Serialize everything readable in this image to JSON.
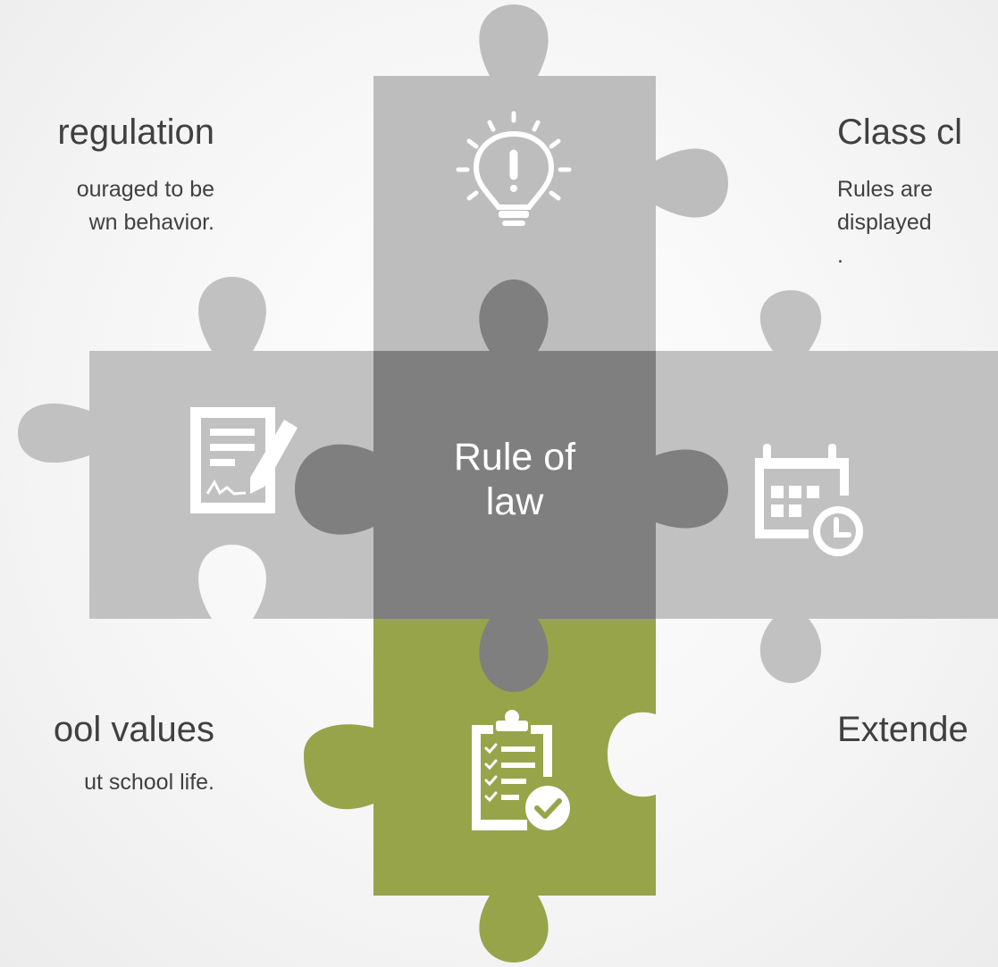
{
  "center": {
    "line1": "Rule of",
    "line2": "law"
  },
  "blocks": {
    "top_left": {
      "title": "regulation",
      "desc_line1": "ouraged to be",
      "desc_line2": "wn behavior."
    },
    "top_right": {
      "title": "Class cl",
      "desc_line1": "Rules are",
      "desc_line2": "displayed",
      "desc_line3": "."
    },
    "bottom_left": {
      "title": "ool values",
      "desc_line1": "ut school life."
    },
    "bottom_right": {
      "title": "Extende"
    }
  },
  "colors": {
    "top_piece": "#bdbdbd",
    "side_pieces": "#c1c1c1",
    "center_piece": "#7f7f7f",
    "bottom_piece": "#97a44a",
    "icon": "#ffffff",
    "text": "#404040"
  },
  "icons": {
    "top": "lightbulb-icon",
    "left": "document-signature-icon",
    "right": "calendar-clock-icon",
    "bottom": "clipboard-checklist-icon"
  }
}
